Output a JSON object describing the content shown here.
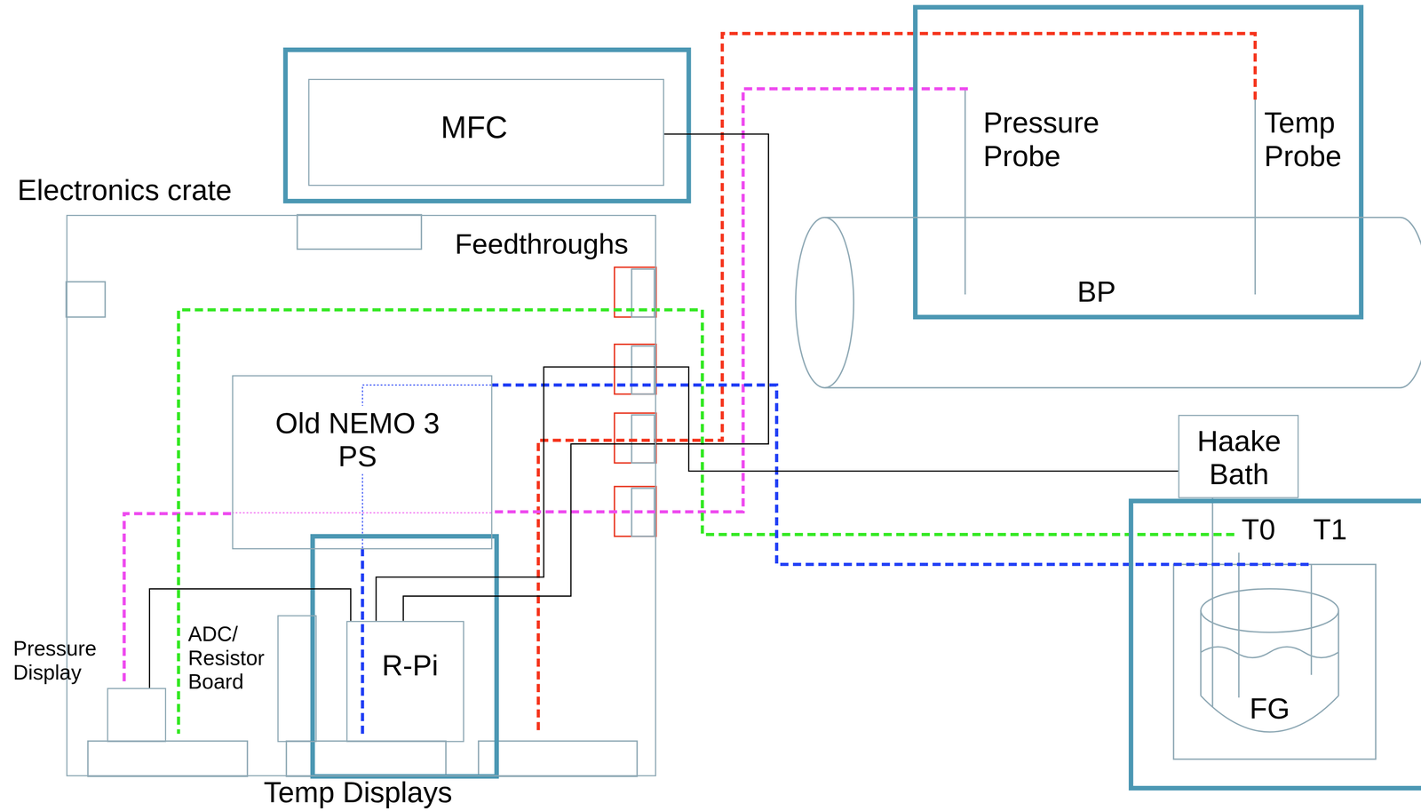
{
  "diagram": {
    "nodes": [
      {
        "text": [
          "MFC"
        ]
      },
      {
        "text": [
          "Electronics crate"
        ]
      },
      {
        "text": [
          "Old NEMO 3 PS"
        ],
        "in": 1
      },
      {
        "text": [
          "Pressure Display"
        ],
        "in": 1
      },
      {
        "text": [
          "ADC/ Resistor Board"
        ],
        "in": 1
      },
      {
        "text": [
          "R-Pi"
        ],
        "in": 1
      },
      {
        "text": [
          "BP"
        ]
      },
      {
        "text": [
          "Haake Bath"
        ]
      },
      {
        "text": [
          "FG"
        ]
      }
    ],
    "edges": [
      {
        "from": 0,
        "to": 5,
        "arrow": "none"
      },
      {
        "from": 7,
        "to": 5,
        "arrow": "none"
      },
      {
        "from": 3,
        "to": 5,
        "arrow": "none"
      }
    ],
    "labels": [
      "Feedthroughs",
      "Pressure Probe",
      "Temp Probe",
      "T0",
      "T1",
      "Temp Displays"
    ]
  }
}
